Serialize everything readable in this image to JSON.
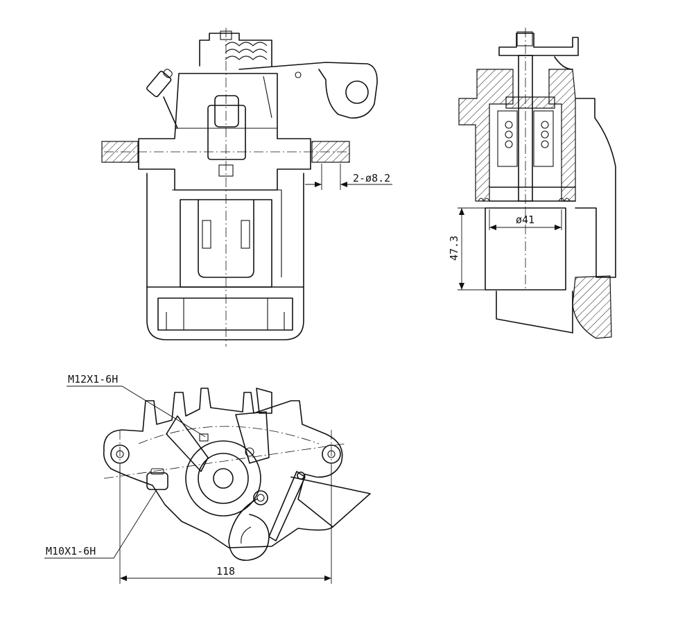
{
  "drawing": {
    "callouts": {
      "bolt_hole": "2-ø8.2",
      "piston_diameter": "ø41",
      "piston_depth": "47.3",
      "thread_top": "M12X1-6H",
      "thread_bottom": "M10X1-6H",
      "mount_spacing": "118"
    }
  }
}
